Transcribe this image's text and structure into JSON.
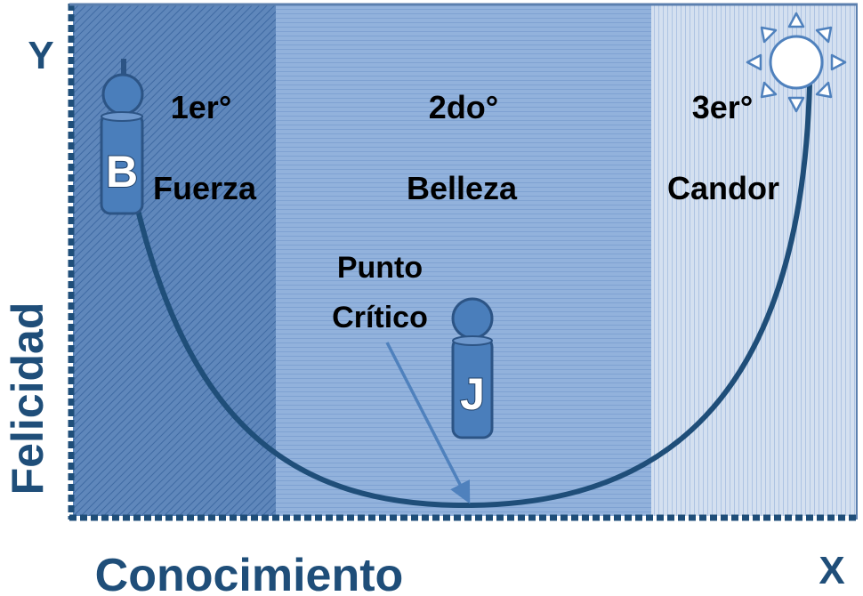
{
  "axes": {
    "y_label": "Y",
    "x_label": "X",
    "vertical_title": "Felicidad",
    "horizontal_title": "Conocimiento"
  },
  "zones": [
    {
      "degree": "1er°",
      "name": "Fuerza",
      "color": "#5b84b9"
    },
    {
      "degree": "2do°",
      "name": "Belleza",
      "color": "#8fb0dc"
    },
    {
      "degree": "3er°",
      "name": "Candor",
      "color": "#c4d4ea"
    }
  ],
  "annotation": {
    "line1": "Punto",
    "line2": "Crítico"
  },
  "figures": {
    "left_letter": "B",
    "center_letter": "J"
  },
  "colors": {
    "curve": "#1f4e79",
    "figure_fill": "#4a7ebb",
    "figure_stroke": "#2c5485",
    "arrow": "#4f81bd",
    "border_dash": "#1f4e79"
  }
}
